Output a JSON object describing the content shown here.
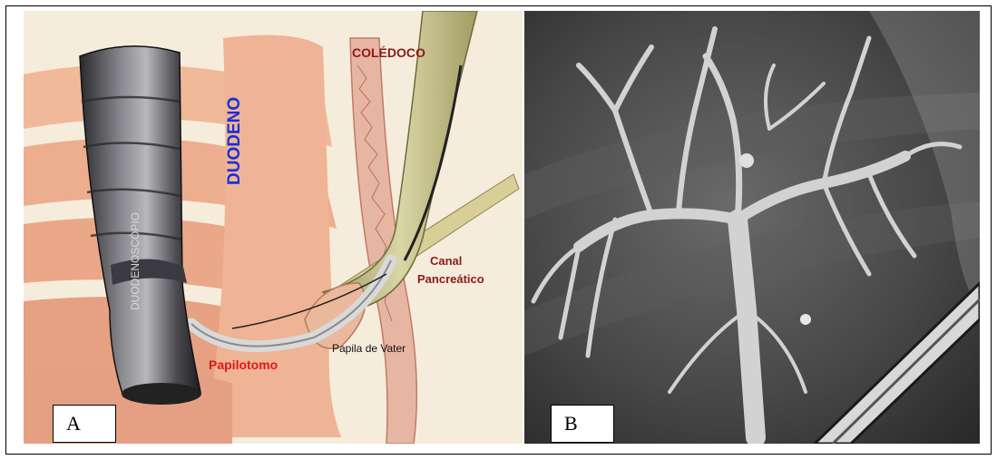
{
  "figure": {
    "panel_a": {
      "letter": "A",
      "labels": {
        "coledoco": "COLÉDOCO",
        "duodeno": "DUODENO",
        "duodenoscopio": "DUODENOSCÓPIO",
        "canal": "Canal",
        "pancreatico": "Pancreático",
        "papila": "Papila de Vater",
        "papilotomo": "Papilotomo"
      },
      "colors": {
        "coledoco": "#8b1a1a",
        "duodeno": "#1a2fd6",
        "canal": "#8b1a1a",
        "papilotomo": "#e01818",
        "papila": "#111111",
        "duodenoscopio": "#d8d8d8"
      }
    },
    "panel_b": {
      "letter": "B"
    }
  }
}
